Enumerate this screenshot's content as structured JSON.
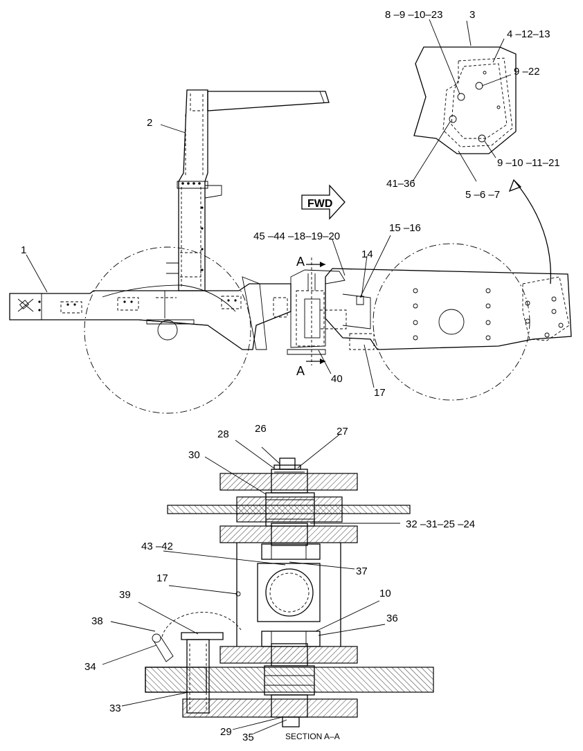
{
  "labels": {
    "l1": "1",
    "l2": "2",
    "l3": "3",
    "l4_12_13": "4 –12–13",
    "l8_9_10_23": "8 –9 –10–23",
    "l9_22": "9 –22",
    "l9_10_11_21": "9 –10 –11–21",
    "l41_36": "41–36",
    "l5_6_7": "5 –6 –7",
    "fwd": "FWD",
    "l45_44_18_19_20": "45 –44 –18–19–20",
    "l15_16": "15 –16",
    "l14": "14",
    "l40": "40",
    "l17a": "17",
    "sectionA1": "A",
    "sectionA2": "A",
    "l26": "26",
    "l28": "28",
    "l27": "27",
    "l30": "30",
    "l32_31_25_24": "32 –31–25 –24",
    "l43_42": "43 –42",
    "l37": "37",
    "l17b": "17",
    "l10": "10",
    "l39": "39",
    "l36": "36",
    "l38": "38",
    "l34": "34",
    "l33": "33",
    "l29": "29",
    "l35": "35",
    "section_caption": "SECTION A–A"
  }
}
